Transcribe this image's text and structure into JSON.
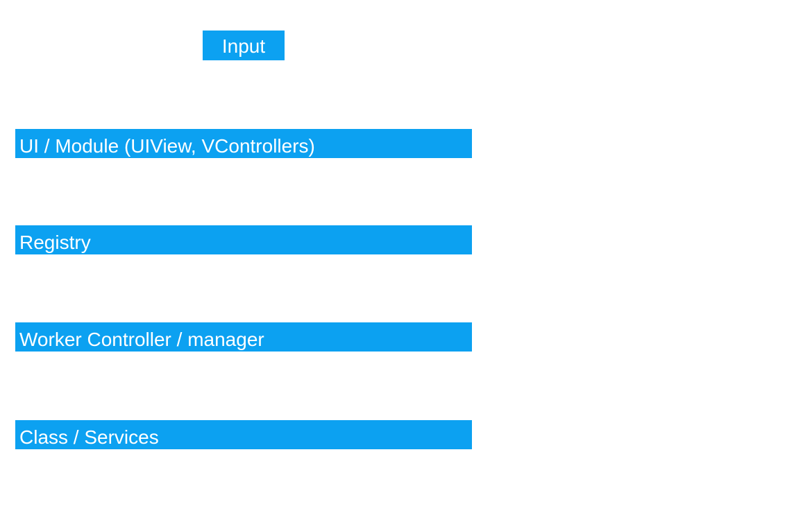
{
  "page": {
    "background_color": "#ffffff",
    "accent_blue": "#0ca1f1",
    "node_text_color": "#ffffff"
  },
  "diagram": {
    "input_box": {
      "label": "Input"
    },
    "layers": [
      {
        "label": "UI / Module (UIView, VControllers)"
      },
      {
        "label": "Registry"
      },
      {
        "label": "Worker Controller / manager"
      },
      {
        "label": "Class / Services"
      }
    ]
  }
}
